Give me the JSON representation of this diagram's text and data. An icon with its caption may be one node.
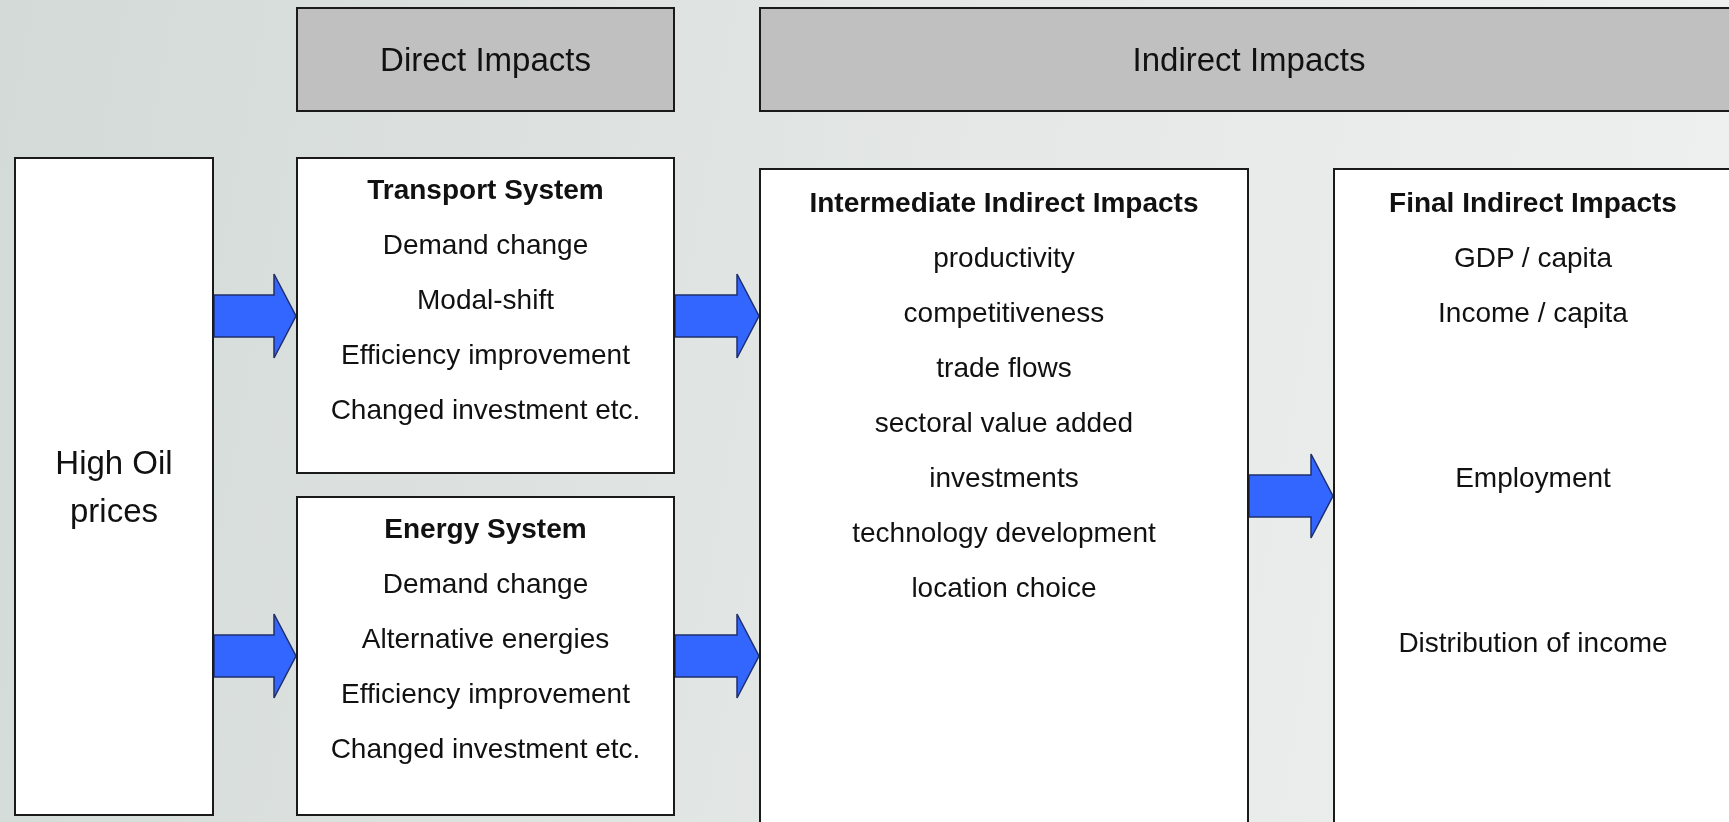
{
  "diagram": {
    "nodes": [
      {
        "text": [
          "Direct Impacts"
        ]
      },
      {
        "text": [
          "Indirect Impacts"
        ]
      },
      {
        "text": [
          "High Oil prices"
        ]
      },
      {
        "text": [
          "Transport System",
          "Demand change",
          "Modal-shift",
          "Efficiency improvement",
          "Changed investment etc."
        ]
      },
      {
        "text": [
          "Energy System",
          "Demand change",
          "Alternative energies",
          "Efficiency improvement",
          "Changed investment etc."
        ]
      },
      {
        "text": [
          "Intermediate Indirect Impacts",
          "productivity",
          "competitiveness",
          "trade flows",
          "sectoral value added",
          "investments",
          "technology development",
          "location choice"
        ]
      },
      {
        "text": [
          "Final Indirect Impacts",
          "GDP / capita",
          "Income / capita",
          "Employment",
          "Distribution of income"
        ]
      }
    ],
    "edges": [
      {
        "from": 2,
        "to": 3,
        "arrow": "to"
      },
      {
        "from": 2,
        "to": 4,
        "arrow": "to"
      },
      {
        "from": 3,
        "to": 5,
        "arrow": "to"
      },
      {
        "from": 4,
        "to": 5,
        "arrow": "to"
      },
      {
        "from": 5,
        "to": 6,
        "arrow": "to"
      }
    ]
  }
}
